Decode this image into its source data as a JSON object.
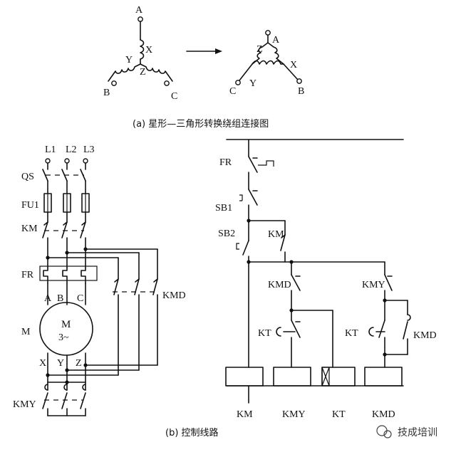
{
  "diagram_a": {
    "caption": "(a) 星形—三角形转换绕组连接图",
    "star": {
      "A": "A",
      "B": "B",
      "C": "C",
      "X": "X",
      "Y": "Y",
      "Z": "Z"
    },
    "delta": {
      "A": "A",
      "B": "B",
      "C": "C",
      "X": "X",
      "Y": "Y",
      "Z": "Z"
    }
  },
  "diagram_b": {
    "caption": "(b) 控制线路",
    "power": {
      "phases": [
        "L1",
        "L2",
        "L3"
      ],
      "qs": "QS",
      "fu1": "FU1",
      "km": "KM",
      "fr": "FR",
      "terminals_top": [
        "A",
        "B",
        "C"
      ],
      "motor": "M",
      "motor_label_1": "M",
      "motor_label_2": "3~",
      "terminals_bottom": [
        "X",
        "Y",
        "Z"
      ],
      "kmd": "KMD",
      "kmy": "KMY"
    },
    "control": {
      "fr": "FR",
      "sb1": "SB1",
      "sb2": "SB2",
      "km_aux": "KM",
      "kmd_aux": "KMD",
      "kmy_aux": "KMY",
      "kt_1": "KT",
      "kt_2": "KT",
      "kmd_nc": "KMD",
      "coils": [
        "KM",
        "KMY",
        "KT",
        "KMD"
      ]
    }
  },
  "watermark": "技成培训"
}
